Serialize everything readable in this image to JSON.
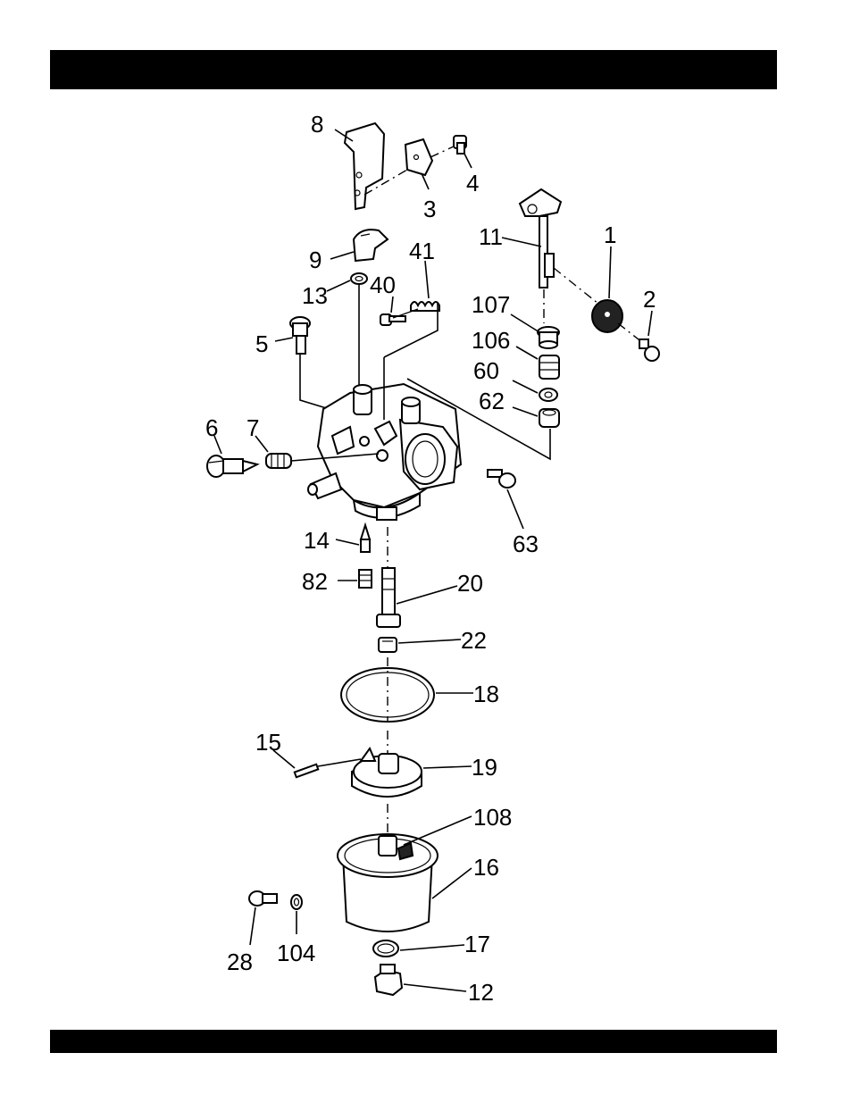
{
  "header": {
    "title": ""
  },
  "footer": {
    "text": ""
  },
  "labels": {
    "p8": "8",
    "p3": "3",
    "p4": "4",
    "p11": "11",
    "p1": "1",
    "p2": "2",
    "p9": "9",
    "p41": "41",
    "p40": "40",
    "p13": "13",
    "p5": "5",
    "p107": "107",
    "p106": "106",
    "p60": "60",
    "p62": "62",
    "p6": "6",
    "p7": "7",
    "p63": "63",
    "p14": "14",
    "p82": "82",
    "p20": "20",
    "p22": "22",
    "p18": "18",
    "p15": "15",
    "p19": "19",
    "p108": "108",
    "p16": "16",
    "p28": "28",
    "p104": "104",
    "p17": "17",
    "p12": "12"
  }
}
